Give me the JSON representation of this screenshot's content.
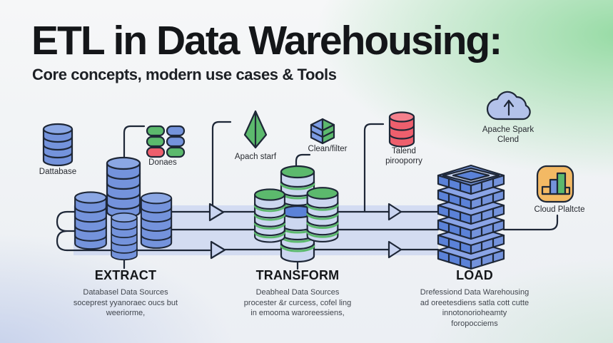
{
  "title": "ETL in Data Warehousing:",
  "subtitle": "Core concepts, modern use cases & Tools",
  "source_icons": {
    "database": {
      "icon": "database-cylinder-icon",
      "label": "Dattabase"
    },
    "data_rows": {
      "icon": "data-pills-grid-icon",
      "label": "Donaes"
    }
  },
  "tool_icons": {
    "spark_kite": {
      "icon": "green-kite-icon",
      "label": "Apach starf"
    },
    "clean_filter": {
      "icon": "iso-cube-icon",
      "label": "Clean/filter"
    },
    "talend": {
      "icon": "red-database-icon",
      "line1": "Talend",
      "line2": "pirooporry"
    },
    "spark_cloud": {
      "icon": "cloud-upload-icon",
      "line1": "Apache Spark",
      "line2": "Clend"
    },
    "cloud_platform": {
      "icon": "bar-chart-icon",
      "label": "Cloud Plaltcte"
    }
  },
  "stages": [
    {
      "name": "EXTRACT",
      "lines": [
        "Databasel Data Sources",
        "soceprest yyanoraec oucs but",
        "weeriorme,"
      ]
    },
    {
      "name": "TRANSFORM",
      "lines": [
        "Deabheal Data Sources",
        "procester &r curcess, cofel ling",
        "in emooma waroreessiens,"
      ]
    },
    {
      "name": "LOAD",
      "lines": [
        "Drefessiond Data Warehousing",
        "ad oreetesdiens satla cott cutte",
        "innotonorioheamty",
        "foropocciems"
      ]
    }
  ],
  "colors": {
    "outline": "#1e2737",
    "db_blue": "#7493dc",
    "db_blue_light": "#8ba7e4",
    "db_blue_dark": "#5b82d8",
    "band": "#c9d4f0",
    "green": "#5cb96d",
    "red": "#ee5f6d",
    "cloud_blue": "#b3c2ea",
    "orange": "#f3b964",
    "light_cyl": "#ccd7f0",
    "text_dark": "#141619"
  }
}
